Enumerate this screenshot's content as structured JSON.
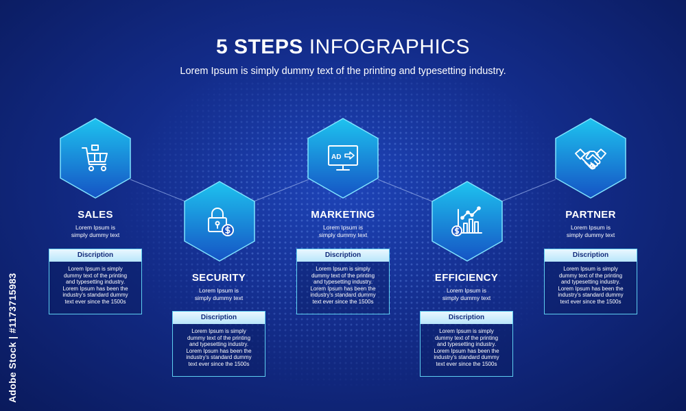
{
  "header": {
    "title_bold": "5 STEPS",
    "title_light": "INFOGRAPHICS",
    "subtitle": "Lorem Ipsum is simply dummy text of the printing and typesetting industry."
  },
  "steps": [
    {
      "title": "SALES",
      "icon": "shopping-cart-icon",
      "caption": [
        "Lorem Ipsum is",
        "simply dummy text"
      ],
      "desc_header": "Discription",
      "desc_lines": [
        "Lorem Ipsum is simply",
        "dummy text of the printing",
        "and typesetting industry.",
        "Lorem Ipsum has been the",
        "industry's standard dummy",
        "text ever since the 1500s"
      ]
    },
    {
      "title": "SECURITY",
      "icon": "padlock-dollar-icon",
      "caption": [
        "Lorem Ipsum is",
        "simply dummy text"
      ],
      "desc_header": "Discription",
      "desc_lines": [
        "Lorem Ipsum is simply",
        "dummy text of the printing",
        "and typesetting industry.",
        "Lorem Ipsum has been the",
        "industry's standard dummy",
        "text ever since the 1500s"
      ]
    },
    {
      "title": "MARKETING",
      "icon": "ad-monitor-icon",
      "icon_text": "AD",
      "caption": [
        "Lorem Ipsum is",
        "simply dummy text"
      ],
      "desc_header": "Discription",
      "desc_lines": [
        "Lorem Ipsum is simply",
        "dummy text of the printing",
        "and typesetting industry.",
        "Lorem Ipsum has been the",
        "industry's standard dummy",
        "text ever since the 1500s"
      ]
    },
    {
      "title": "EFFICIENCY",
      "icon": "growth-chart-dollar-icon",
      "caption": [
        "Lorem Ipsum is",
        "simply dummy text"
      ],
      "desc_header": "Discription",
      "desc_lines": [
        "Lorem Ipsum is simply",
        "dummy text of the printing",
        "and typesetting industry.",
        "Lorem Ipsum has been the",
        "industry's standard dummy",
        "text ever since the 1500s"
      ]
    },
    {
      "title": "PARTNER",
      "icon": "handshake-icon",
      "caption": [
        "Lorem Ipsum is",
        "simply dummy text"
      ],
      "desc_header": "Discription",
      "desc_lines": [
        "Lorem Ipsum is simply",
        "dummy text of the printing",
        "and typesetting industry.",
        "Lorem Ipsum has been the",
        "industry's standard dummy",
        "text ever since the 1500s"
      ]
    }
  ],
  "watermark": {
    "side_text": "Adobe Stock | #1173715983"
  },
  "colors": {
    "background_dark": "#0a1a5c",
    "background_mid": "#1e44b8",
    "hex_top": "#1ec3ef",
    "hex_bottom": "#1553c4",
    "hex_border": "#7fe3ff",
    "box_border": "#5fd0f2",
    "desc_header_bg": "#dff4ff",
    "desc_header_text": "#112a7a"
  }
}
